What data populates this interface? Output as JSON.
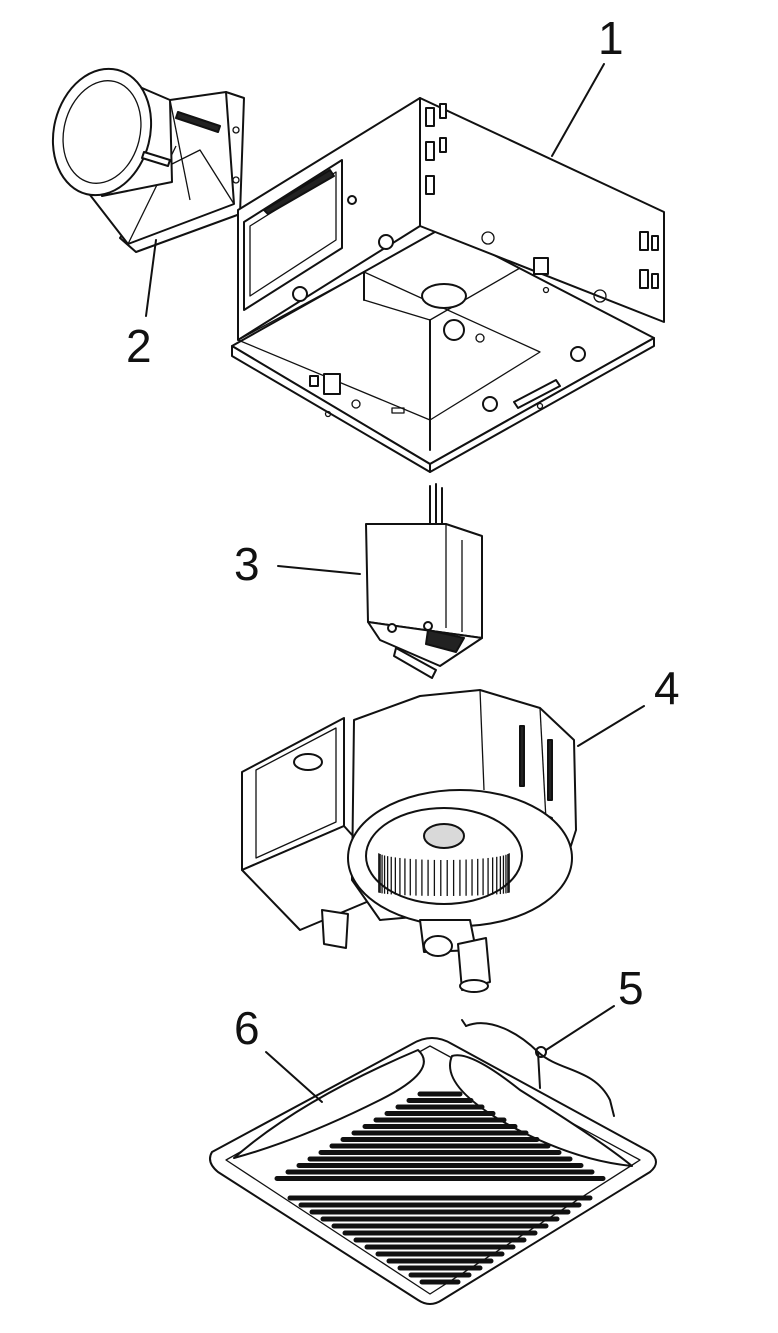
{
  "labels": {
    "housing": "1",
    "duct_connector": "2",
    "receptacle_box": "3",
    "blower_assembly": "4",
    "grille_springs": "5",
    "grille": "6"
  },
  "colors": {
    "line": "#111111",
    "background": "#ffffff"
  }
}
